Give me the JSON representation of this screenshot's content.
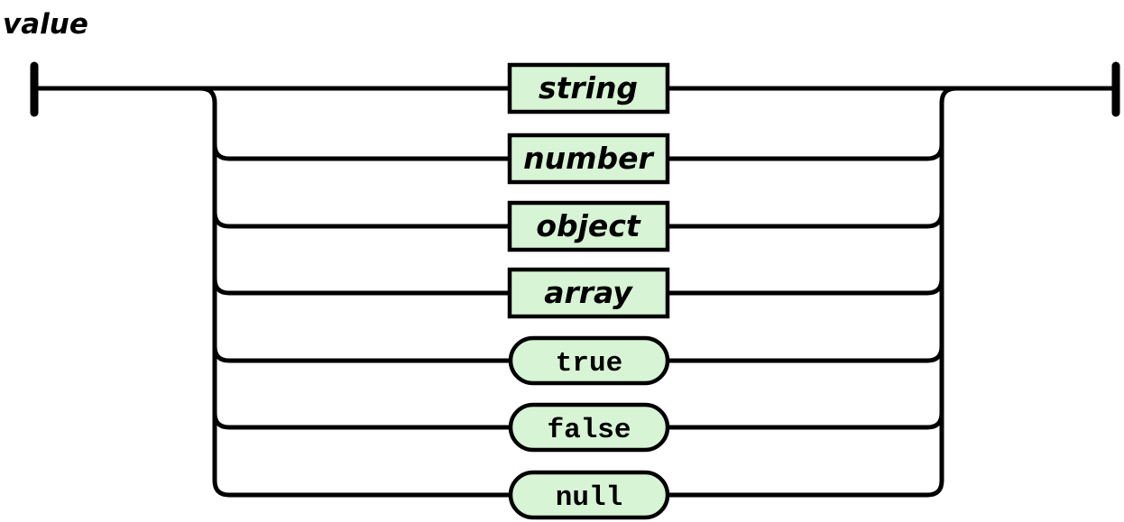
{
  "diagram": {
    "title": "value",
    "type": "railroad-syntax-diagram",
    "alternatives": [
      {
        "label": "string",
        "kind": "nonterminal"
      },
      {
        "label": "number",
        "kind": "nonterminal"
      },
      {
        "label": "object",
        "kind": "nonterminal"
      },
      {
        "label": "array",
        "kind": "nonterminal"
      },
      {
        "label": "true",
        "kind": "terminal"
      },
      {
        "label": "false",
        "kind": "terminal"
      },
      {
        "label": "null",
        "kind": "terminal"
      }
    ],
    "colors": {
      "node_fill": "#d7f4d5",
      "stroke": "#000000",
      "background": "#ffffff"
    }
  }
}
